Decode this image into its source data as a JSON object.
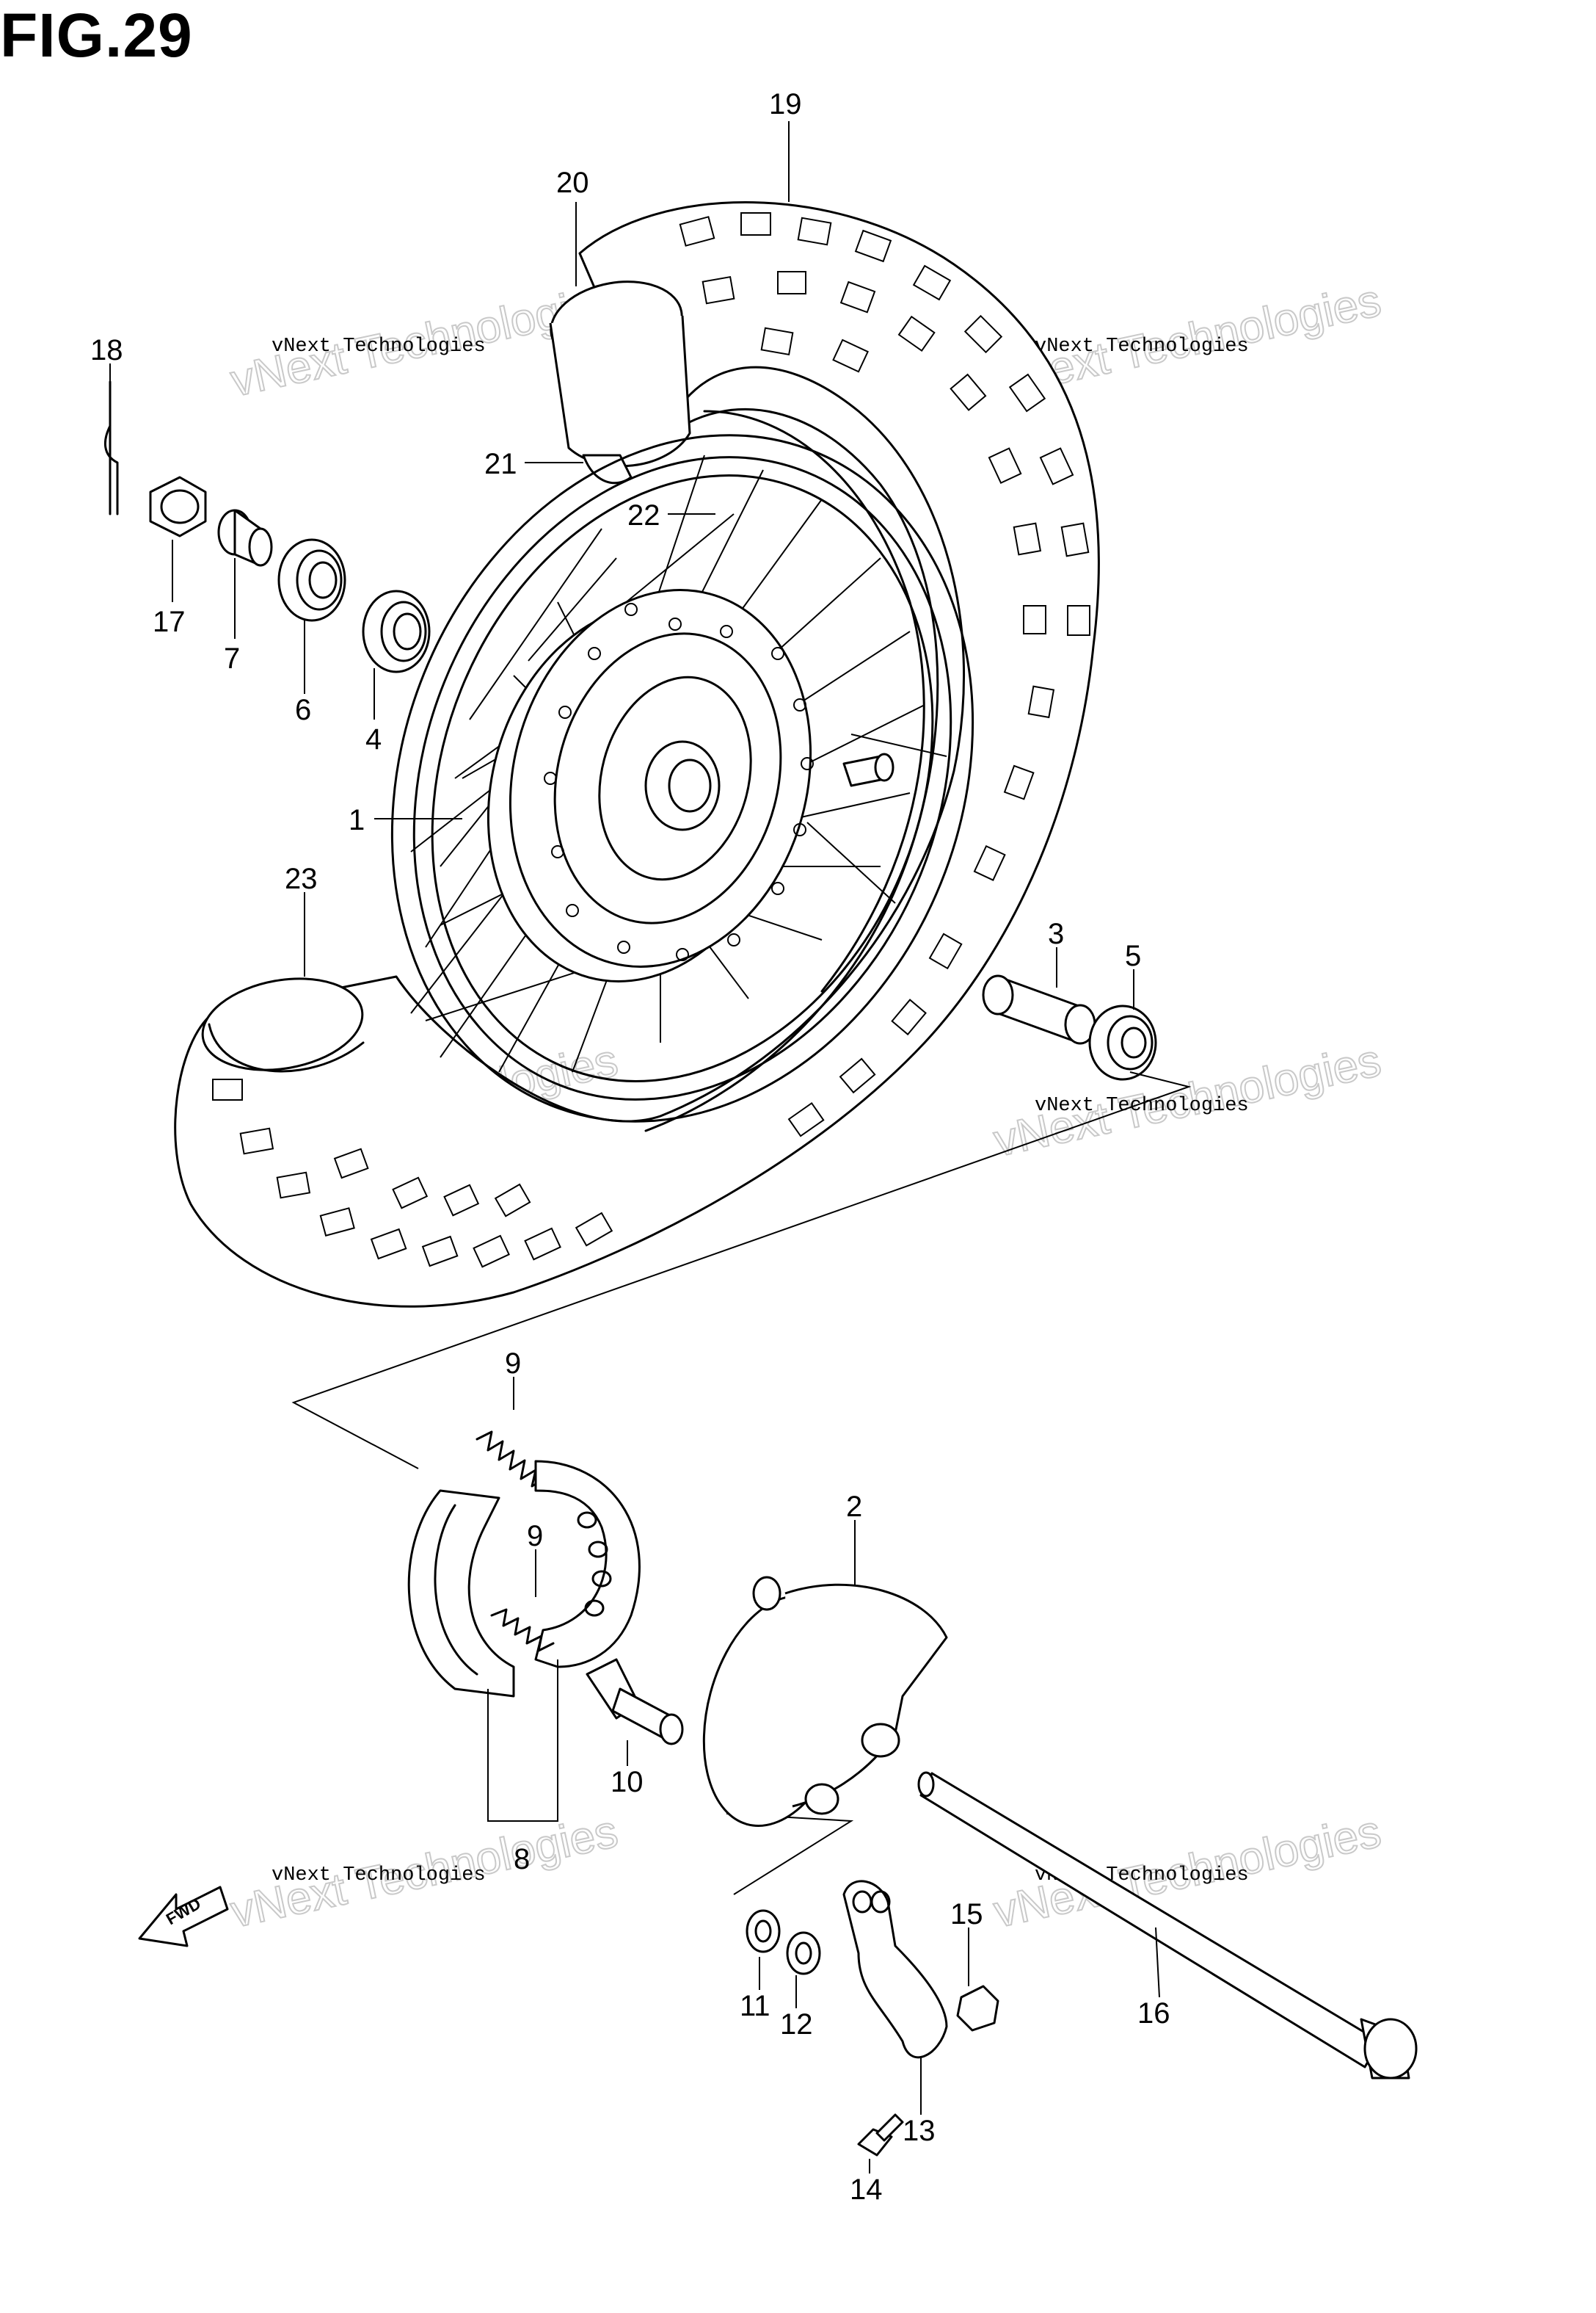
{
  "figure": {
    "title": "FIG.29"
  },
  "callouts": [
    {
      "id": "c19",
      "label": "19"
    },
    {
      "id": "c20",
      "label": "20"
    },
    {
      "id": "c18",
      "label": "18"
    },
    {
      "id": "c21",
      "label": "21"
    },
    {
      "id": "c22",
      "label": "22"
    },
    {
      "id": "c17",
      "label": "17"
    },
    {
      "id": "c7",
      "label": "7"
    },
    {
      "id": "c6",
      "label": "6"
    },
    {
      "id": "c4",
      "label": "4"
    },
    {
      "id": "c1",
      "label": "1"
    },
    {
      "id": "c23",
      "label": "23"
    },
    {
      "id": "c3",
      "label": "3"
    },
    {
      "id": "c5",
      "label": "5"
    },
    {
      "id": "c9a",
      "label": "9"
    },
    {
      "id": "c9b",
      "label": "9"
    },
    {
      "id": "c2",
      "label": "2"
    },
    {
      "id": "c10",
      "label": "10"
    },
    {
      "id": "c8",
      "label": "8"
    },
    {
      "id": "c15",
      "label": "15"
    },
    {
      "id": "c16",
      "label": "16"
    },
    {
      "id": "c11",
      "label": "11"
    },
    {
      "id": "c12",
      "label": "12"
    },
    {
      "id": "c13",
      "label": "13"
    },
    {
      "id": "c14",
      "label": "14"
    }
  ],
  "watermark": {
    "line1": "vNext Technologies",
    "line2": "vNext Technologies"
  },
  "fwd_arrow": {
    "label": "FWD"
  }
}
